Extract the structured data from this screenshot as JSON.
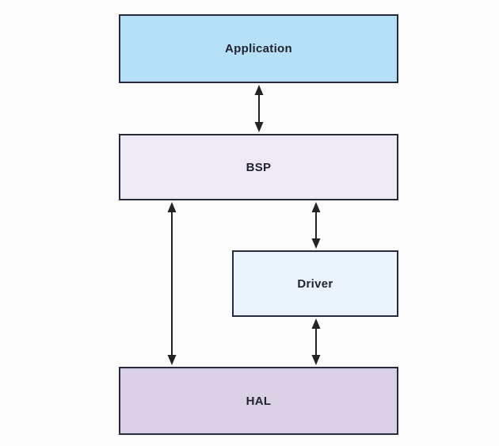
{
  "diagram": {
    "nodes": {
      "application": {
        "label": "Application",
        "fill": "#b5e0f7"
      },
      "bsp": {
        "label": "BSP",
        "fill": "#efe9f4"
      },
      "driver": {
        "label": "Driver",
        "fill": "#ebf4fc"
      },
      "hal": {
        "label": "HAL",
        "fill": "#dbd1e6"
      }
    },
    "edges": [
      {
        "from": "Application",
        "to": "BSP",
        "style": "double-headed-arrow"
      },
      {
        "from": "BSP",
        "to": "HAL",
        "style": "double-headed-arrow"
      },
      {
        "from": "BSP",
        "to": "Driver",
        "style": "double-headed-arrow"
      },
      {
        "from": "Driver",
        "to": "HAL",
        "style": "double-headed-arrow"
      }
    ],
    "colors": {
      "node_border": "#252b3c",
      "arrow": "#232327",
      "text": "#212430",
      "background": "#fcfcfc"
    }
  }
}
